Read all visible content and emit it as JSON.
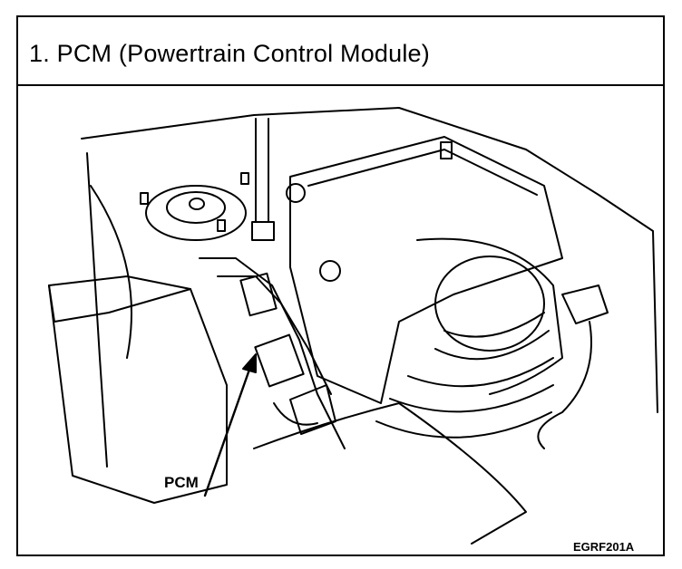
{
  "header": {
    "title": "1.  PCM (Powertrain Control Module)"
  },
  "figure": {
    "callout_label": "PCM",
    "figure_code": "EGRF201A",
    "colors": {
      "line": "#000000",
      "background": "#ffffff"
    }
  }
}
